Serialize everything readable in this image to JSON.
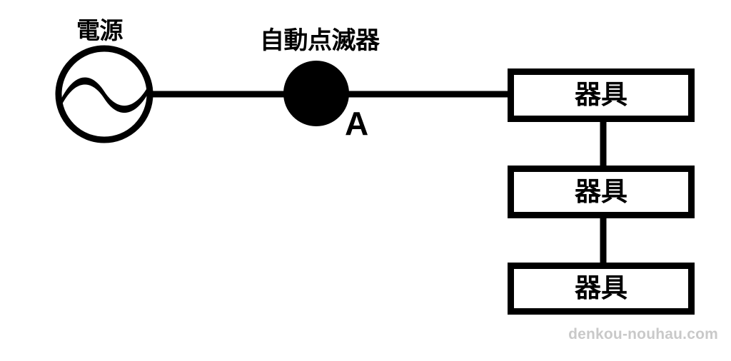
{
  "diagram": {
    "type": "electrical-circuit-schematic",
    "background_color": "#ffffff",
    "stroke_color": "#000000",
    "nodes": {
      "power_source": {
        "label": "電源",
        "symbol": "ac-source",
        "symbol_glyph": "~",
        "shape": "circle-outline"
      },
      "automatic_flasher": {
        "label": "自動点滅器",
        "mark": "A",
        "shape": "filled-circle"
      },
      "fixtures": [
        {
          "label": "器具"
        },
        {
          "label": "器具"
        },
        {
          "label": "器具"
        }
      ]
    },
    "watermark": "denkou-nouhau.com",
    "watermark_color": "#c9c9c9"
  }
}
